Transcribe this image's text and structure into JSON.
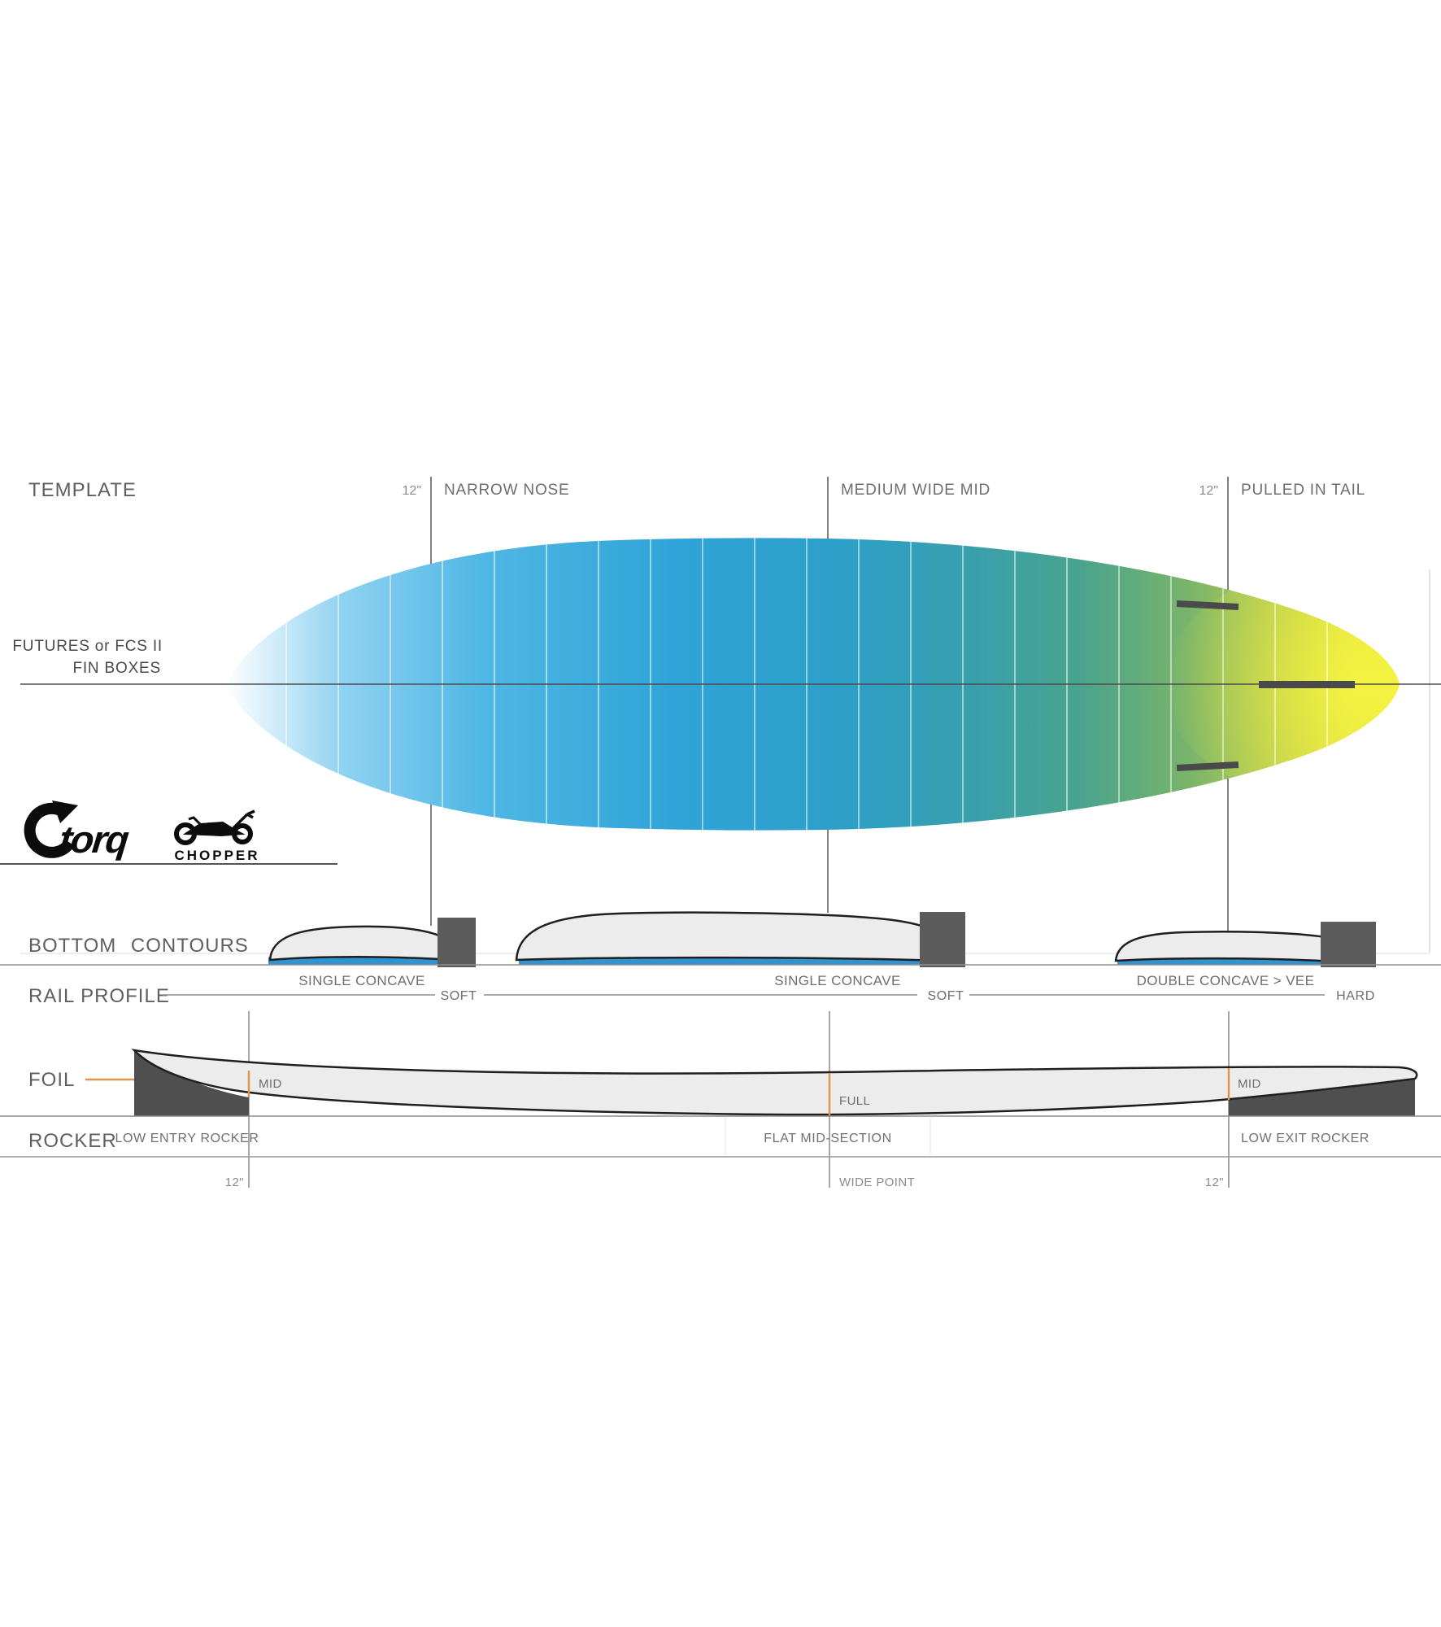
{
  "template_row": {
    "title": "TEMPLATE",
    "nose_dim": "12\"",
    "nose_label": "NARROW NOSE",
    "mid_label": "MEDIUM WIDE MID",
    "tail_dim": "12\"",
    "tail_label": "PULLED IN TAIL"
  },
  "fin_boxes": {
    "line1": "FUTURES or FCS II",
    "line2": "FIN BOXES"
  },
  "brand": {
    "torq": "torq",
    "model": "CHOPPER"
  },
  "bottom_contours": {
    "title": "BOTTOM CONTOURS",
    "sections": [
      {
        "label": "SINGLE CONCAVE"
      },
      {
        "label": "SINGLE CONCAVE"
      },
      {
        "label": "DOUBLE CONCAVE > VEE"
      }
    ]
  },
  "rail_profile": {
    "title": "RAIL PROFILE",
    "rails": [
      "SOFT",
      "SOFT",
      "HARD"
    ]
  },
  "foil": {
    "title": "FOIL",
    "labels": [
      "MID",
      "FULL",
      "MID"
    ]
  },
  "rocker": {
    "title": "ROCKER",
    "labels": [
      "LOW ENTRY ROCKER",
      "FLAT MID-SECTION",
      "LOW EXIT ROCKER"
    ]
  },
  "bottom_ticks": {
    "nose": "12\"",
    "wide": "WIDE POINT",
    "tail": "12\""
  },
  "board": {
    "section_lines": {
      "start": 352,
      "step": 64,
      "count": 21
    }
  },
  "colors": {
    "concave_blue": "#2e95d2",
    "accent_orange": "#e0954f",
    "fin_gray": "#4a4a4a",
    "block_gray": "#5c5c5c",
    "wedge_gray": "#4f4f4f",
    "board_blue": "#30a4d8",
    "board_teal": "#3aa3a8",
    "board_yellow": "#f4f33c",
    "line_gray": "#6b6b6b"
  }
}
